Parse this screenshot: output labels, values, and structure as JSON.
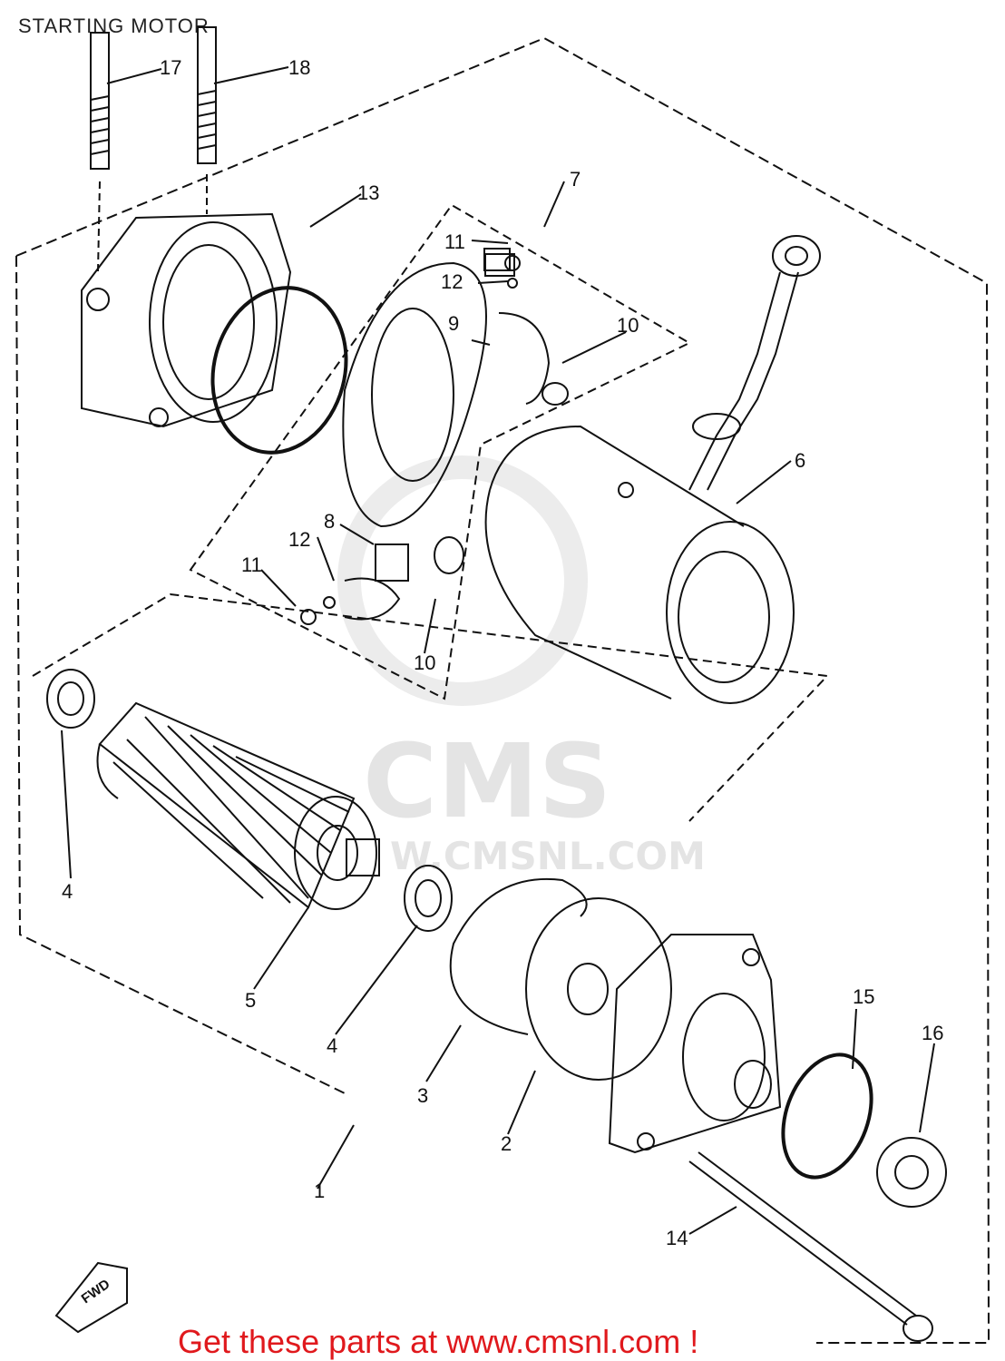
{
  "header": {
    "title": "STARTING MOTOR"
  },
  "watermark": {
    "brand": "CMS",
    "url": "W.CMSNL.COM"
  },
  "direction": {
    "label": "FWD"
  },
  "callouts": [
    "1",
    "2",
    "3",
    "4",
    "4",
    "5",
    "6",
    "7",
    "8",
    "9",
    "10",
    "10",
    "11",
    "11",
    "12",
    "12",
    "13",
    "14",
    "15",
    "16",
    "17",
    "18"
  ],
  "footer": {
    "prefix": "Get these parts at ",
    "link": "www.cmsnl.com",
    "suffix": " !"
  },
  "colors": {
    "line": "#111111",
    "footer": "#e0191d",
    "watermark": "#e4e4e4"
  }
}
